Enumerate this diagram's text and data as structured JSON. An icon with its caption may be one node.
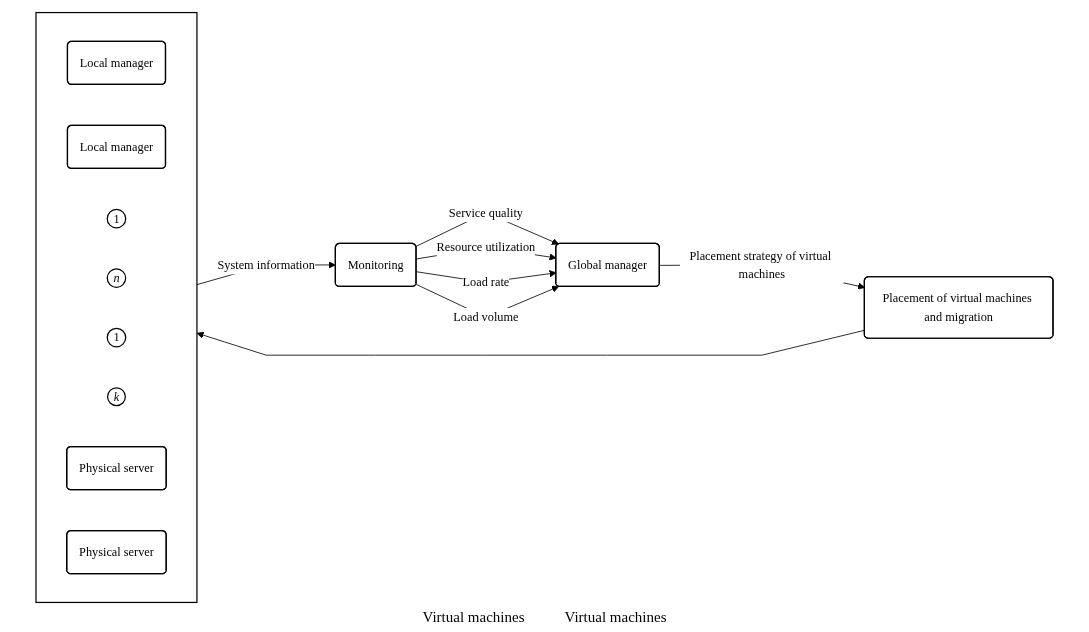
{
  "diagram": {
    "nodes": [
      {
        "text": [
          "Global manager"
        ]
      },
      {
        "text": [
          "Monitoring"
        ]
      },
      {
        "text": [],
        "shape": "box"
      },
      {
        "text": [
          "Local manager"
        ],
        "in": 2
      },
      {
        "text": [
          "Local manager"
        ],
        "in": 2
      },
      {
        "text": [
          "1"
        ],
        "in": 2
      },
      {
        "text": [
          "n"
        ],
        "in": 2
      },
      {
        "text": [
          "1"
        ],
        "in": 2
      },
      {
        "text": [
          "k"
        ],
        "in": 2
      },
      {
        "text": [
          "Physical server"
        ],
        "in": 2
      },
      {
        "text": [
          "Physical server"
        ],
        "in": 2
      },
      {
        "text": [
          "Placement of virtual machines and migration"
        ]
      }
    ],
    "edges": [
      {
        "from": 1,
        "to": 0,
        "arrow": "to",
        "label": "Service quality"
      },
      {
        "from": 1,
        "to": 0,
        "arrow": "to",
        "label": "Resource utilization"
      },
      {
        "from": 1,
        "to": 0,
        "arrow": "to",
        "label": "Load rate"
      },
      {
        "from": 1,
        "to": 0,
        "arrow": "to",
        "label": "Load volume"
      },
      {
        "from": 0,
        "to": 11,
        "arrow": "to",
        "label": "Placement strategy of virtual machines"
      },
      {
        "from": 11,
        "to": 2,
        "arrow": "to"
      },
      {
        "from": 2,
        "to": 1,
        "arrow": "to",
        "label": "System information"
      }
    ],
    "labels": [
      "Virtual machines",
      "Virtual machines"
    ]
  }
}
